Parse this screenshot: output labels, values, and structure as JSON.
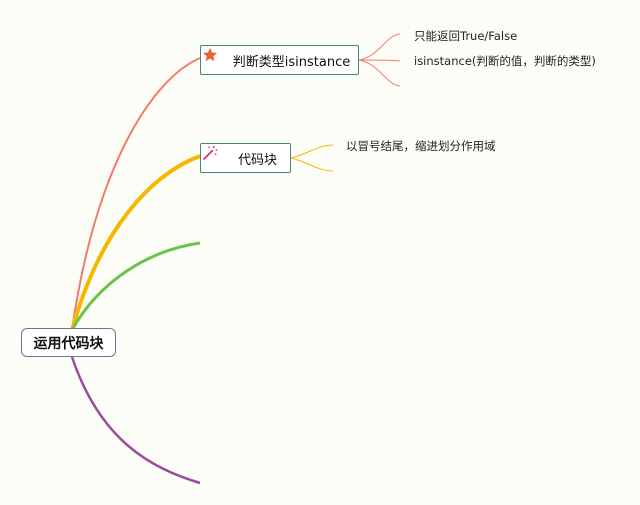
{
  "root": {
    "label": "运用代码块"
  },
  "topics": [
    {
      "label": "判断类型isinstance",
      "icon": "star-icon",
      "children": [
        "只能返回True/False",
        "isinstance(判断的值，判断的类型)"
      ]
    },
    {
      "label": "代码块",
      "icon": "magic-wand-icon",
      "children": [
        "以冒号结尾，缩进划分作用域"
      ]
    }
  ],
  "colors": {
    "branch_1": "#f47b6b",
    "branch_2": "#f5b800",
    "branch_3": "#6cc24a",
    "branch_4": "#9b4a9c",
    "topic_border": "#3f8a78",
    "root_border": "#6f7294",
    "star_icon": "#e8613c",
    "wand_icon": "#d6336c",
    "background": "#fdfdf7"
  }
}
